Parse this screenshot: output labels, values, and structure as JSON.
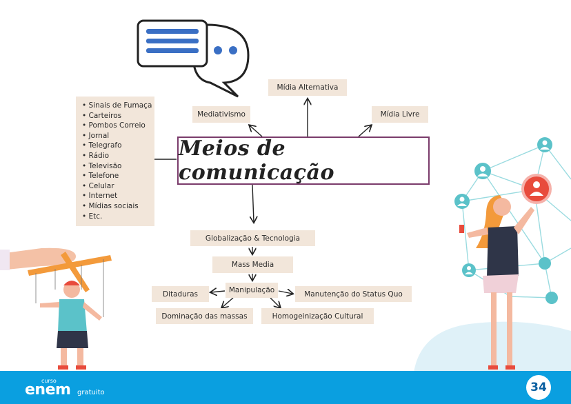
{
  "title": "Meios de comunicação",
  "top_nodes": {
    "left": "Mediativismo",
    "center": "Mídia Alternativa",
    "right": "Mídia Livre"
  },
  "list_items": [
    "Sinais de Fumaça",
    "Carteiros",
    "Pombos Correio",
    "Jornal",
    "Telegrafo",
    "Rádio",
    "Televisão",
    "Telefone",
    "Celular",
    "Internet",
    "Mídias sociais",
    "Etc."
  ],
  "flow": {
    "globalizacao": "Globalização & Tecnologia",
    "mass_media": "Mass Media",
    "manipulacao": "Manipulação",
    "ditaduras": "Ditaduras",
    "status_quo": "Manutenção do Status Quo",
    "dominacao": "Dominação das massas",
    "homogeinizacao": "Homogeinização Cultural"
  },
  "footer": {
    "logo_small": "curso",
    "logo_main": "enem",
    "logo_sub": "gratuito",
    "page_number": "34"
  },
  "colors": {
    "node_bg": "#f2e6da",
    "title_border": "#7a3b6b",
    "footer_bg": "#0a9fe0",
    "network_line": "#7fd3d8",
    "network_node": "#5bc2c9",
    "highlight_node": "#e84b3c"
  }
}
